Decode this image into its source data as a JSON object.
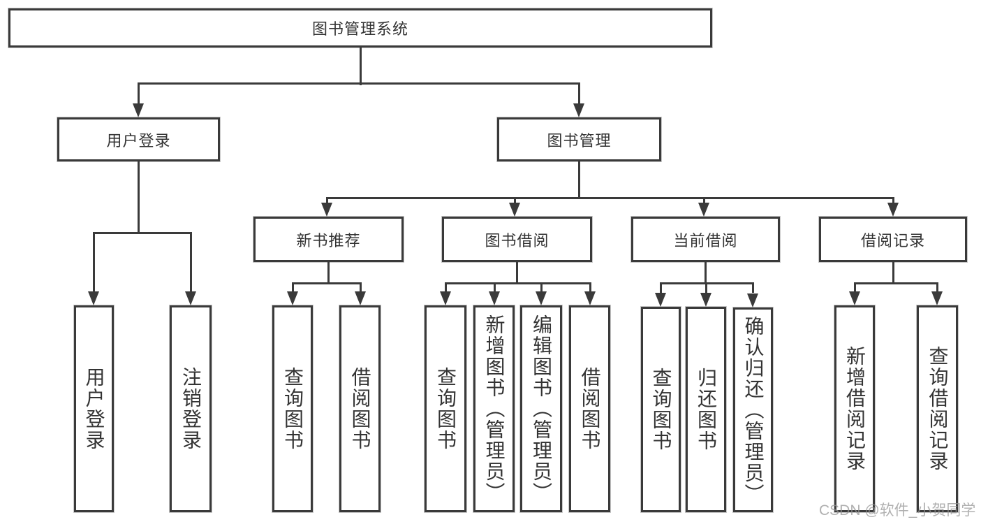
{
  "diagram": {
    "title": "图书管理系统",
    "user_login": {
      "label": "用户登录",
      "children": {
        "login": "用户登录",
        "logout": "注销登录"
      }
    },
    "book_management": {
      "label": "图书管理",
      "new_book": {
        "label": "新书推荐",
        "children": {
          "query": "查询图书",
          "borrow": "借阅图书"
        }
      },
      "borrowing": {
        "label": "图书借阅",
        "children": {
          "query": "查询图书",
          "add": "新增图书（管理员）",
          "edit": "编辑图书（管理员）",
          "borrow": "借阅图书"
        }
      },
      "current": {
        "label": "当前借阅",
        "children": {
          "query": "查询图书",
          "return": "归还图书",
          "confirm": "确认归还（管理员）"
        }
      },
      "records": {
        "label": "借阅记录",
        "children": {
          "add": "新增借阅记录",
          "query": "查询借阅记录"
        }
      }
    },
    "colors": {
      "line": "#3a3a3a",
      "text": "#333333",
      "background": "#ffffff"
    }
  },
  "watermark": "CSDN @软件_小贺同学"
}
